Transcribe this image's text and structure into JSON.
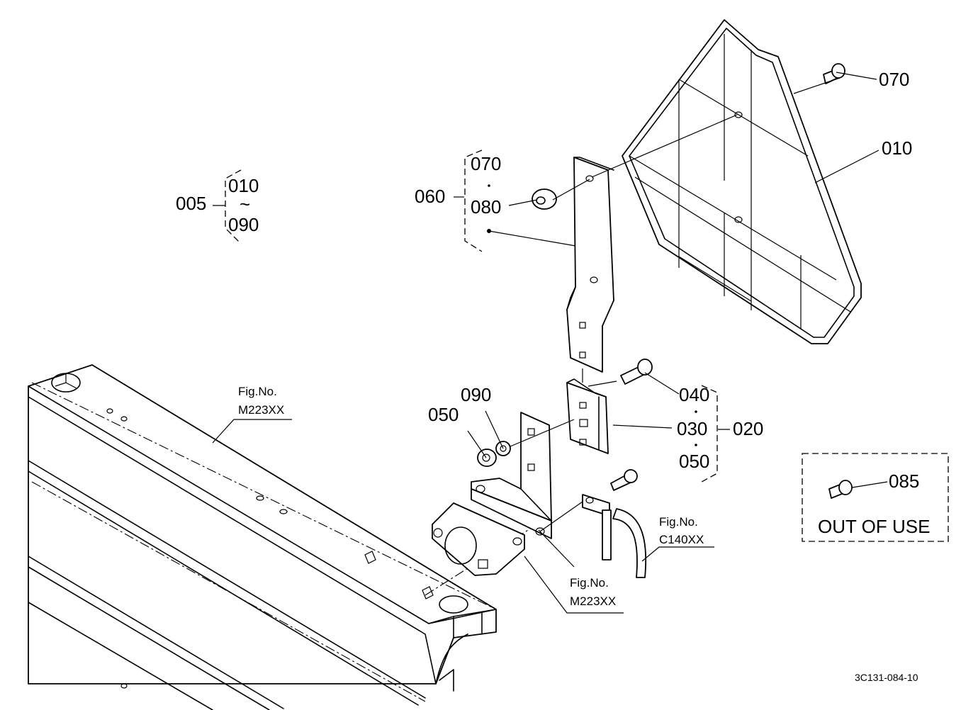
{
  "assembly": {
    "parent": "005",
    "range_start": "010",
    "range_tilde": "~",
    "range_end": "090"
  },
  "group_060": {
    "label": "060",
    "items": [
      "070",
      "080"
    ],
    "separator": "•"
  },
  "group_020": {
    "label": "020",
    "items": [
      "040",
      "030",
      "050"
    ],
    "separator": "•"
  },
  "callouts": {
    "p010": "010",
    "p070": "070",
    "p090": "090",
    "p050": "050",
    "p085": "085"
  },
  "figure_refs": {
    "frame_top": {
      "title": "Fig.No.",
      "code": "M223XX"
    },
    "bracket_bottom": {
      "title": "Fig.No.",
      "code": "M223XX"
    },
    "harness": {
      "title": "Fig.No.",
      "code": "C140XX"
    }
  },
  "out_of_use": {
    "label": "OUT OF USE"
  },
  "drawing_number": "3C131-084-10"
}
